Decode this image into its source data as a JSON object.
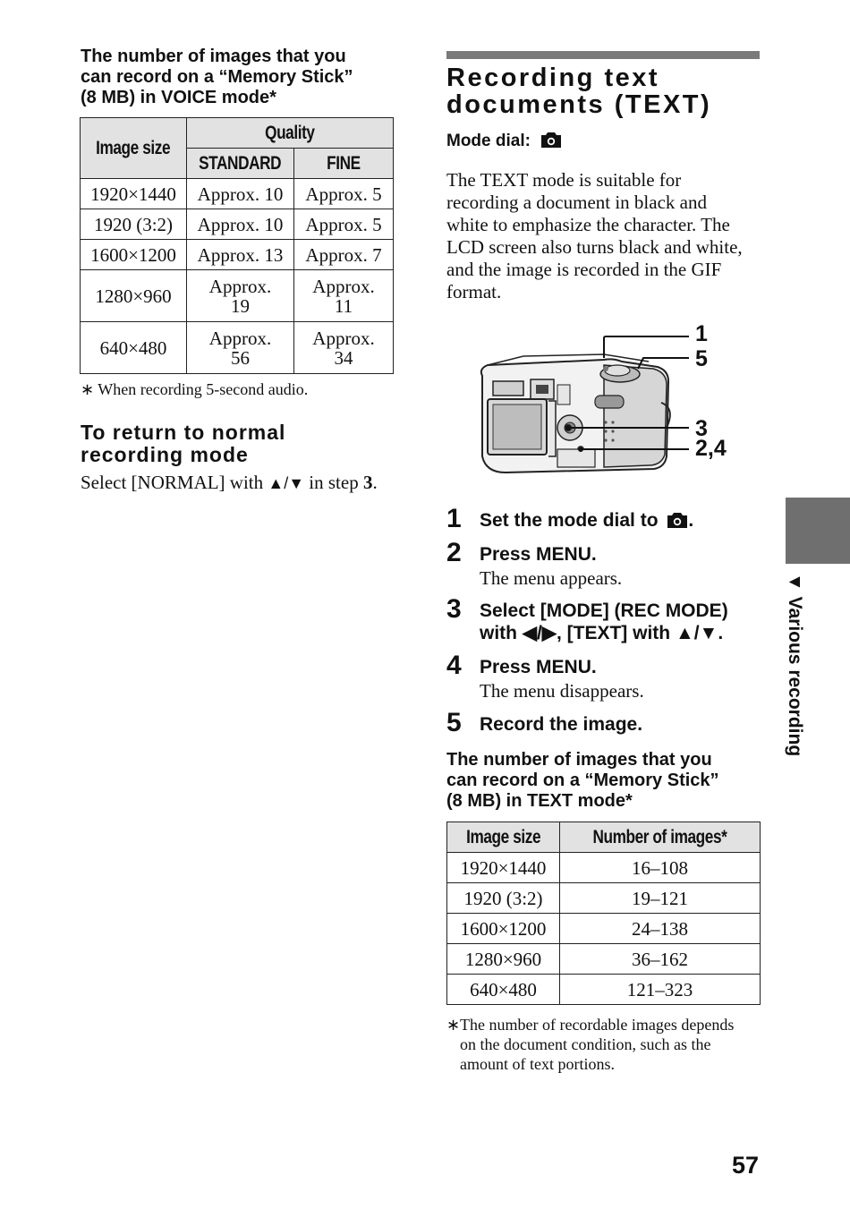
{
  "voice_section": {
    "caption_lines": [
      "The number of images that you",
      "can record on a “Memory Stick”",
      "(8 MB) in VOICE mode*"
    ],
    "table": {
      "header_image_size": "Image size",
      "header_quality": "Quality",
      "header_standard": "STANDARD",
      "header_fine": "FINE",
      "rows": [
        {
          "size": "1920×1440",
          "standard": "Approx. 10",
          "fine": "Approx. 5"
        },
        {
          "size": "1920 (3:2)",
          "standard": "Approx. 10",
          "fine": "Approx. 5"
        },
        {
          "size": "1600×1200",
          "standard": "Approx. 13",
          "fine": "Approx. 7"
        },
        {
          "size": "1280×960",
          "standard": "Approx.\n19",
          "fine": "Approx.\n11"
        },
        {
          "size": "640×480",
          "standard": "Approx.\n56",
          "fine": "Approx.\n34"
        }
      ]
    },
    "footnote_mark": "∗",
    "footnote": "When recording 5-second audio."
  },
  "return_section": {
    "heading_lines": [
      "To return to normal",
      "recording mode"
    ],
    "text_before": "Select [NORMAL] with ",
    "arrows": "▲/▼",
    "text_middle": " in step ",
    "step_ref": "3",
    "text_end": "."
  },
  "text_section": {
    "title_lines": [
      "Recording text",
      "documents (TEXT)"
    ],
    "mode_dial_label": "Mode dial:",
    "description_lines": [
      "The TEXT mode is suitable for",
      "recording a document in black and",
      "white to emphasize the character. The",
      "LCD screen also turns black and white,",
      "and the image is recorded in the GIF",
      "format."
    ],
    "callouts": [
      "1",
      "5",
      "3",
      "2,4"
    ],
    "steps": [
      {
        "num": "1",
        "main": "Set the mode dial to",
        "suffix": ".",
        "sub": ""
      },
      {
        "num": "2",
        "main": "Press MENU.",
        "suffix": "",
        "sub": "The menu appears."
      },
      {
        "num": "3",
        "main": "Select [MODE] (REC MODE)",
        "main2": "with ◀/▶, [TEXT] with ▲/▼.",
        "suffix": "",
        "sub": ""
      },
      {
        "num": "4",
        "main": "Press MENU.",
        "suffix": "",
        "sub": "The menu disappears."
      },
      {
        "num": "5",
        "main": "Record the image.",
        "suffix": "",
        "sub": ""
      }
    ],
    "table_caption_lines": [
      "The number of images that you",
      "can record on a “Memory Stick”",
      "(8 MB) in TEXT mode*"
    ],
    "table": {
      "header_image_size": "Image size",
      "header_number": "Number of images*",
      "rows": [
        {
          "size": "1920×1440",
          "count": "16–108"
        },
        {
          "size": "1920 (3:2)",
          "count": "19–121"
        },
        {
          "size": "1600×1200",
          "count": "24–138"
        },
        {
          "size": "1280×960",
          "count": "36–162"
        },
        {
          "size": "640×480",
          "count": "121–323"
        }
      ]
    },
    "footnote_mark": "∗",
    "footnote_lines": [
      "The number of recordable images depends",
      "on the document condition, such as the",
      "amount of text portions."
    ]
  },
  "side_tab": {
    "label": "▼ Various recording"
  },
  "page_number": "57",
  "colors": {
    "tab": "#6f6f6f",
    "header_fill": "#e2e2e2",
    "rule": "#7a7a7a"
  }
}
